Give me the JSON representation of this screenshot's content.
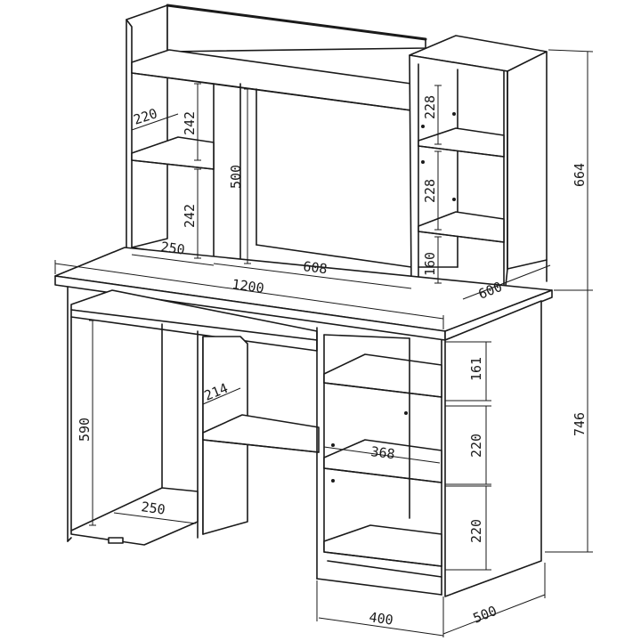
{
  "dimensions": {
    "hutch_top_shelf_depth": "220",
    "left_upper_compartment": "242",
    "left_lower_compartment": "242",
    "hutch_center_height": "500",
    "hutch_left_shelf_width": "250",
    "hutch_center_width": "608",
    "right_upper_compartment": "228",
    "right_middle_compartment": "228",
    "right_bottom_compartment": "160",
    "desk_width": "1200",
    "desk_depth": "600",
    "hutch_total_height": "664",
    "desk_height": "746",
    "pedestal_top_compartment": "161",
    "pedestal_middle_compartment": "220",
    "pedestal_bottom_compartment": "220",
    "pedestal_shelf_width": "368",
    "pedestal_width": "400",
    "pedestal_depth": "500",
    "center_shelf_depth": "214",
    "cpu_bay_height": "590",
    "cpu_shelf_width": "250"
  }
}
